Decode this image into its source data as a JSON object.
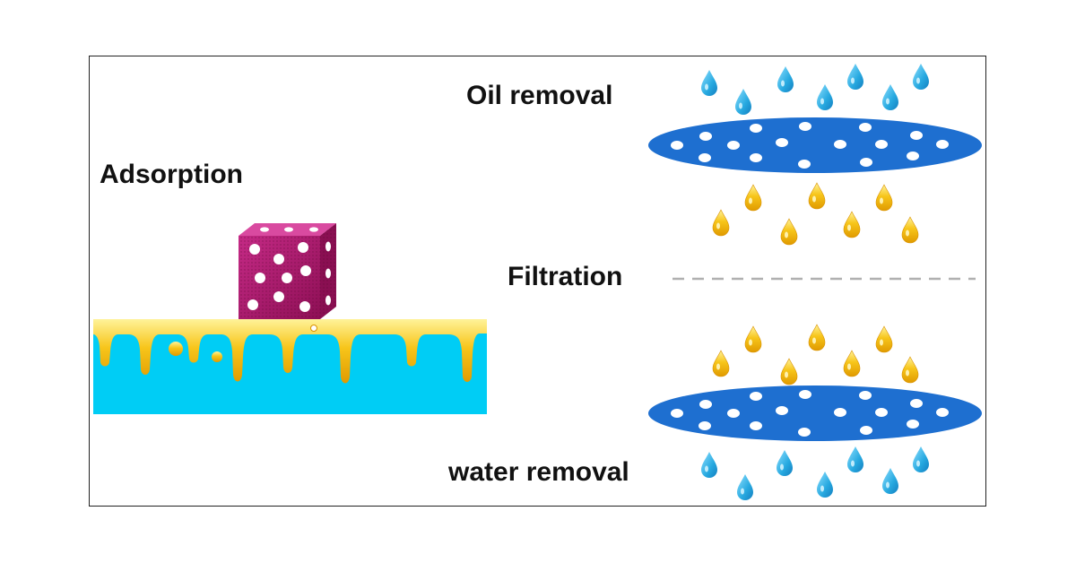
{
  "labels": {
    "adsorption": "Adsorption",
    "oil_removal": "Oil removal",
    "filtration": "Filtration",
    "water_removal": "water removal"
  },
  "colors": {
    "water_blue": "#00cdf5",
    "oil_yellow": "#f5b800",
    "membrane_blue": "#1e6fd0",
    "sponge_magenta": "#b8196f",
    "water_drop": "#2fb0e0",
    "divider_gray": "#b0b0b0"
  },
  "icons": [
    "sponge-cube-icon",
    "water-drop-icon",
    "oil-drop-icon",
    "porous-membrane-icon"
  ]
}
